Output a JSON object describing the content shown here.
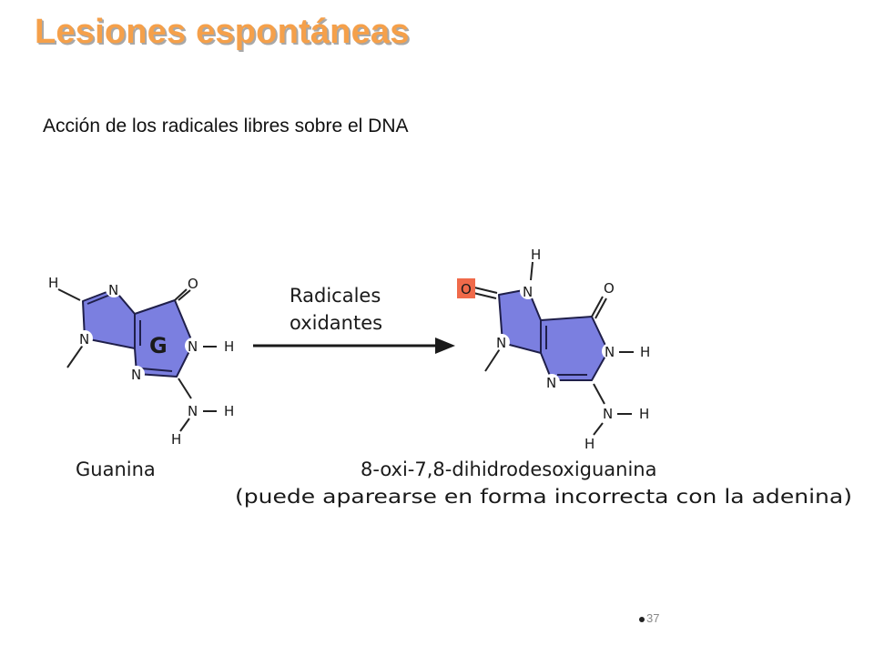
{
  "title": "Lesiones espontáneas",
  "subtitle": "Acción de los radicales libres sobre el DNA",
  "diagram": {
    "guanine": {
      "ring_letter": "G",
      "atoms": {
        "H": "H",
        "N": "N",
        "O": "O"
      },
      "name": "Guanina"
    },
    "arrow_label_line1": "Radicales",
    "arrow_label_line2": "oxidantes",
    "product": {
      "atoms": {
        "H": "H",
        "N": "N",
        "O": "O",
        "O_added": "O"
      },
      "name": "8-oxi-7,8-dihidrodesoxiguanina",
      "note": "(puede aparearse en forma incorrecta con la adenina)"
    },
    "colors": {
      "ring_fill": "#7b7fe0",
      "added_oxygen": "#f06a4a"
    }
  },
  "slide_number": "37"
}
